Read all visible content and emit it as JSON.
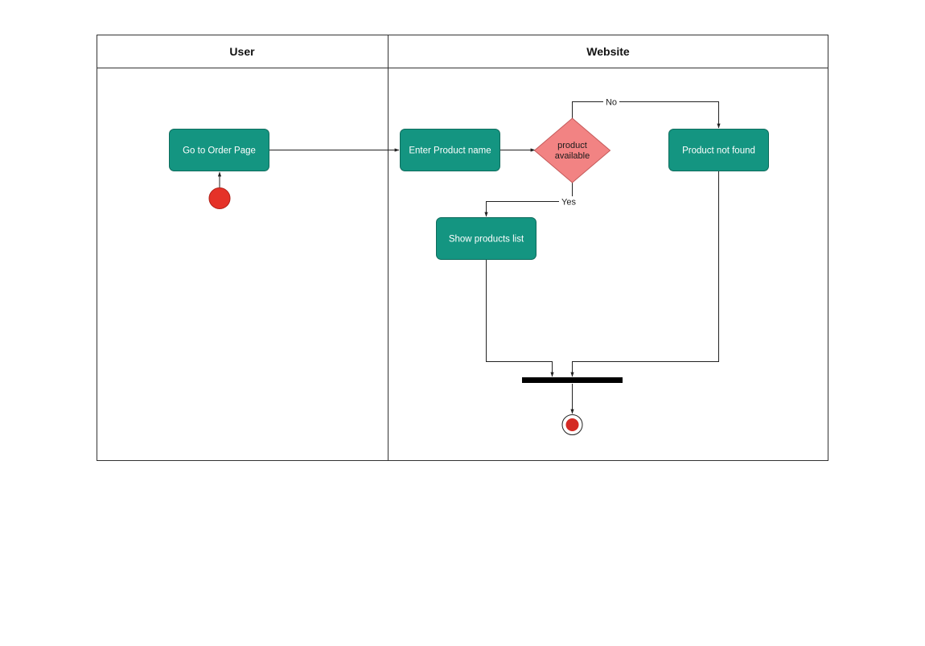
{
  "diagram": {
    "lanes": [
      {
        "id": "user",
        "title": "User"
      },
      {
        "id": "website",
        "title": "Website"
      }
    ],
    "nodes": {
      "go_to_order": "Go to Order Page",
      "enter_product": "Enter Product name",
      "decision": [
        "product",
        "available"
      ],
      "not_found": "Product not found",
      "show_list": "Show products list"
    },
    "edge_labels": {
      "no": "No",
      "yes": "Yes"
    },
    "colors": {
      "action_fill": "#149581",
      "action_stroke": "#0e6b5c",
      "decision_fill": "#f28383",
      "decision_stroke": "#c45a5a",
      "start_node": "#e53228",
      "end_node": "#d42a24",
      "sync_bar": "#000000",
      "lane_border": "#333333"
    }
  }
}
